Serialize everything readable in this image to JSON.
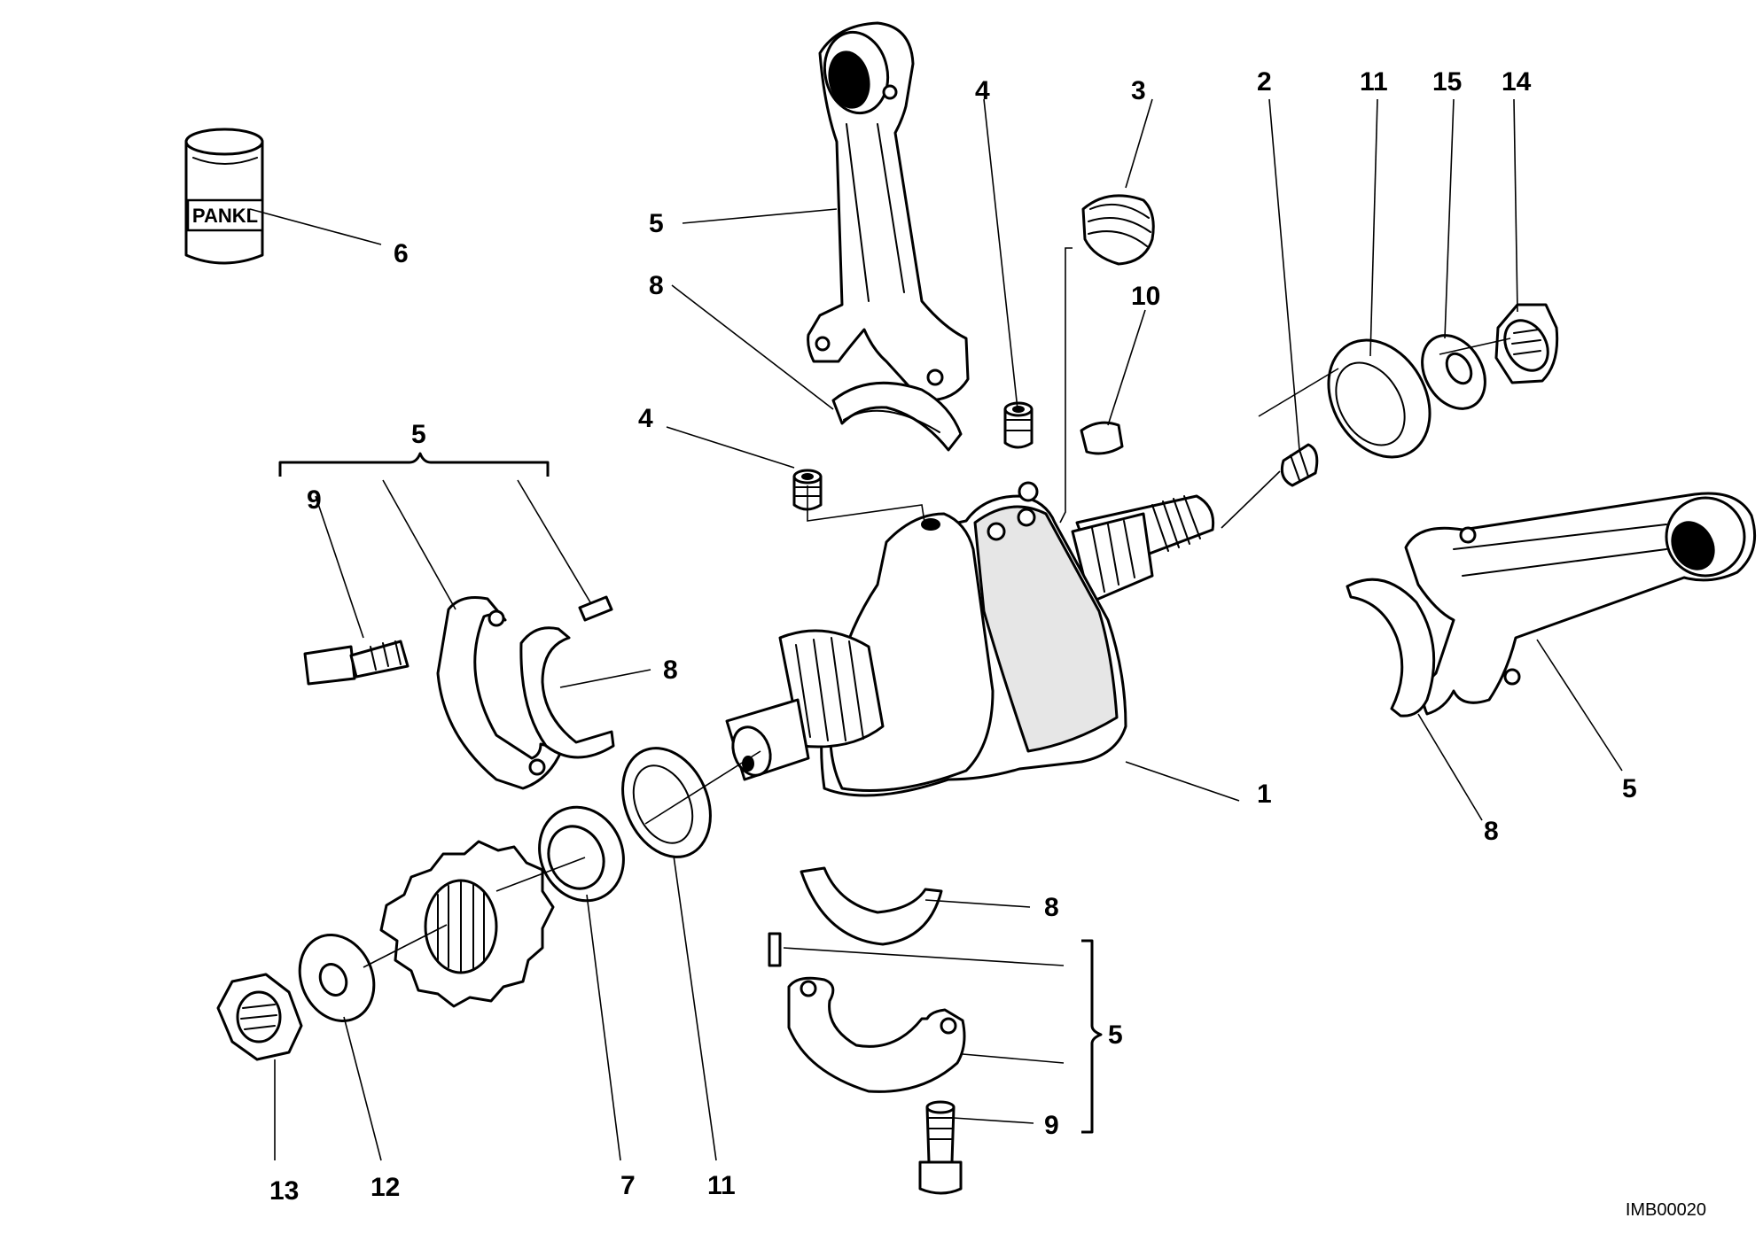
{
  "diagram": {
    "drawing_code": "IMB00020",
    "brand_marking": "PANKL",
    "callouts": {
      "crankshaft": "1",
      "plug_2": "2",
      "plug_3": "3",
      "plug_4_upper": "4",
      "plug_4_left": "4",
      "conrod_top": "5",
      "conrod_right": "5",
      "conrod_left_group": "5",
      "conrod_bottom_group": "5",
      "pin_6": "6",
      "bearing_7": "7",
      "shell_top": "8",
      "shell_left": "8",
      "shell_right": "8",
      "shell_bottom": "8",
      "screw_left": "9",
      "screw_bottom": "9",
      "key_10": "10",
      "washer_right": "11",
      "washer_left": "11",
      "washer_12": "12",
      "nut_13": "13",
      "nut_14": "14",
      "washer_15": "15"
    }
  }
}
